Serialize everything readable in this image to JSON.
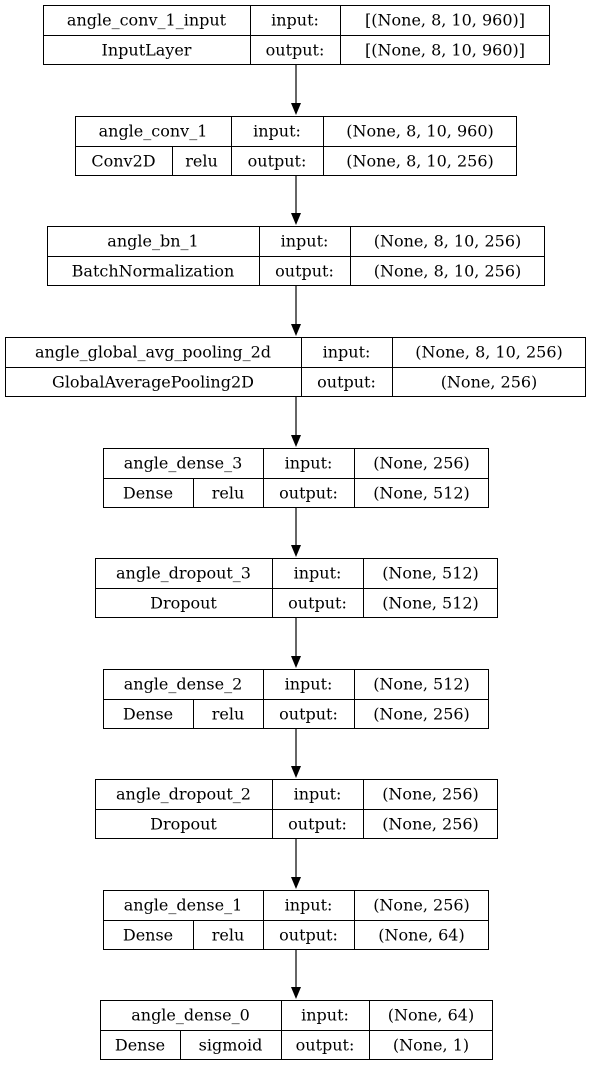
{
  "model_plot": {
    "input_label": "input:",
    "output_label": "output:",
    "layers": [
      {
        "name": "angle_conv_1_input",
        "type": "InputLayer",
        "activation": "",
        "input_shape": "[(None, 8, 10, 960)]",
        "output_shape": "[(None, 8, 10, 960)]"
      },
      {
        "name": "angle_conv_1",
        "type": "Conv2D",
        "activation": "relu",
        "input_shape": "(None, 8, 10, 960)",
        "output_shape": "(None, 8, 10, 256)"
      },
      {
        "name": "angle_bn_1",
        "type": "BatchNormalization",
        "activation": "",
        "input_shape": "(None, 8, 10, 256)",
        "output_shape": "(None, 8, 10, 256)"
      },
      {
        "name": "angle_global_avg_pooling_2d",
        "type": "GlobalAveragePooling2D",
        "activation": "",
        "input_shape": "(None, 8, 10, 256)",
        "output_shape": "(None, 256)"
      },
      {
        "name": "angle_dense_3",
        "type": "Dense",
        "activation": "relu",
        "input_shape": "(None, 256)",
        "output_shape": "(None, 512)"
      },
      {
        "name": "angle_dropout_3",
        "type": "Dropout",
        "activation": "",
        "input_shape": "(None, 512)",
        "output_shape": "(None, 512)"
      },
      {
        "name": "angle_dense_2",
        "type": "Dense",
        "activation": "relu",
        "input_shape": "(None, 512)",
        "output_shape": "(None, 256)"
      },
      {
        "name": "angle_dropout_2",
        "type": "Dropout",
        "activation": "",
        "input_shape": "(None, 256)",
        "output_shape": "(None, 256)"
      },
      {
        "name": "angle_dense_1",
        "type": "Dense",
        "activation": "relu",
        "input_shape": "(None, 256)",
        "output_shape": "(None, 64)"
      },
      {
        "name": "angle_dense_0",
        "type": "Dense",
        "activation": "sigmoid",
        "input_shape": "(None, 64)",
        "output_shape": "(None, 1)"
      }
    ]
  }
}
